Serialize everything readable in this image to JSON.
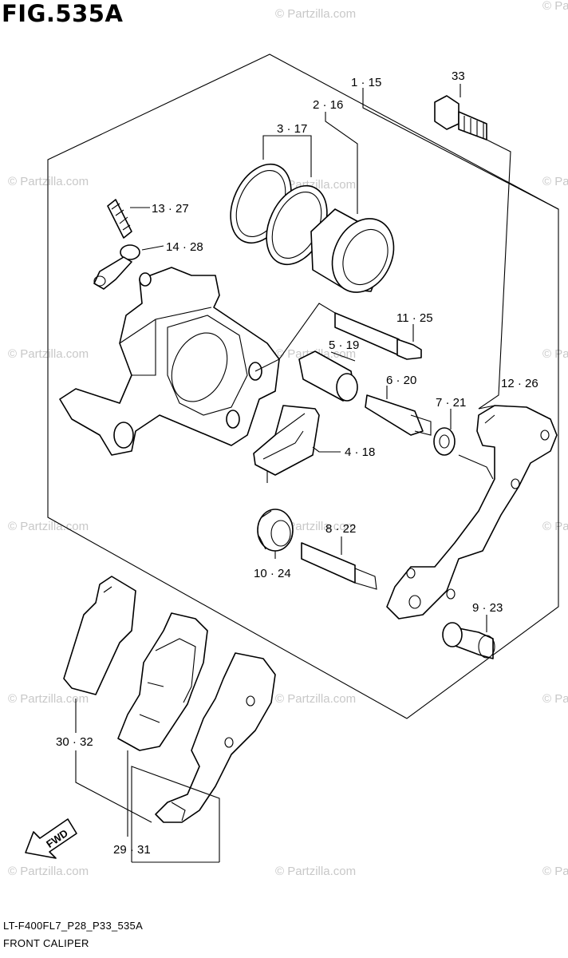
{
  "figure": {
    "title": "FIG.535A",
    "code": "LT-F400FL7_P28_P33_535A",
    "caption": "FRONT CALIPER"
  },
  "watermark": "© Partzilla.com",
  "fwd_label": "FWD",
  "callouts": {
    "c1_15": "1 · 15",
    "c2_16": "2 · 16",
    "c3_17": "3 · 17",
    "c4_18": "4 · 18",
    "c5_19": "5 · 19",
    "c6_20": "6 · 20",
    "c7_21": "7 · 21",
    "c8_22": "8 · 22",
    "c9_23": "9 · 23",
    "c10_24": "10 · 24",
    "c11_25": "11 · 25",
    "c12_26": "12 · 26",
    "c13_27": "13 · 27",
    "c14_28": "14 · 28",
    "c29_31": "29 · 31",
    "c30_32": "30 · 32",
    "c33": "33"
  },
  "colors": {
    "line": "#000000",
    "watermark": "#c8c8c8",
    "background": "#ffffff"
  }
}
